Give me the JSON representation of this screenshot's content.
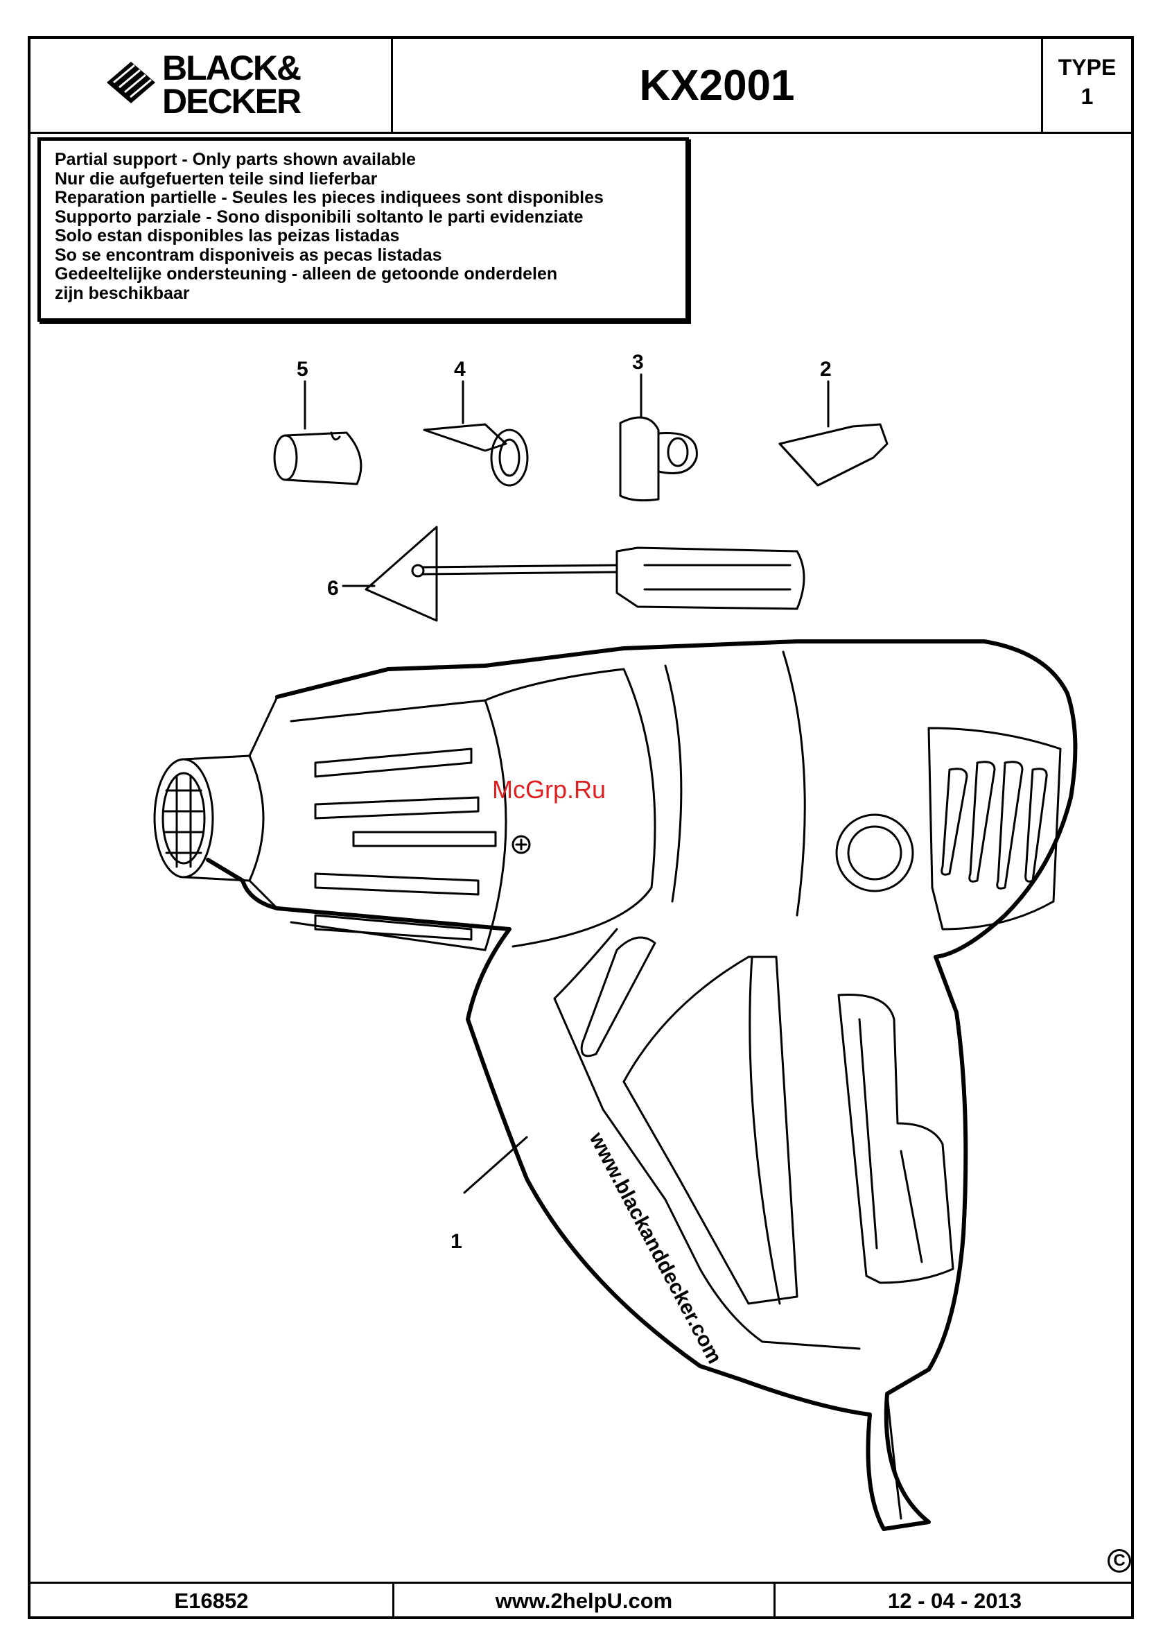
{
  "header": {
    "brand_line1": "BLACK&",
    "brand_line2": "DECKER",
    "model": "KX2001",
    "type_label": "TYPE",
    "type_value": "1"
  },
  "notice": [
    "Partial support - Only parts shown available",
    "Nur die aufgefuerten teile sind lieferbar",
    "Reparation partielle - Seules les pieces indiquees sont disponibles",
    "Supporto parziale - Sono disponibili soltanto le parti evidenziate",
    "Solo estan disponibles las peizas listadas",
    "So se encontram disponiveis as pecas listadas",
    "Gedeeltelijke ondersteuning - alleen de getoonde onderdelen",
    "zijn beschikbaar"
  ],
  "callouts": {
    "p1": "1",
    "p2": "2",
    "p3": "3",
    "p4": "4",
    "p5": "5",
    "p6": "6"
  },
  "handle_text": "www.blackanddecker.com",
  "watermark": "McGrp.Ru",
  "copyright": "C",
  "footer": {
    "code": "E16852",
    "site": "www.2helpU.com",
    "date": "12 - 04 - 2013"
  }
}
